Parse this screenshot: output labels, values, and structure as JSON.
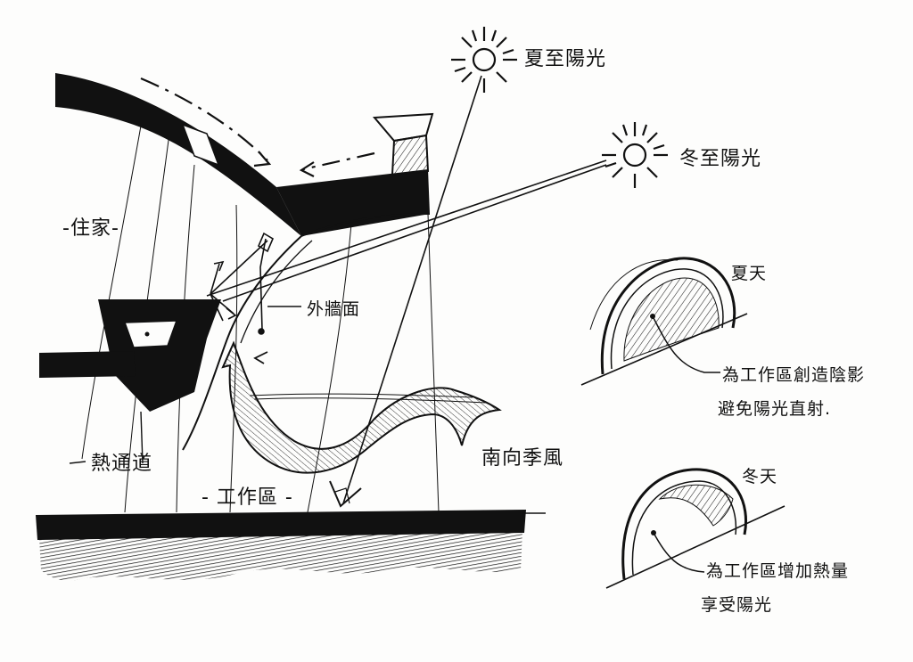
{
  "labels": {
    "summer_sun": "夏至陽光",
    "winter_sun": "冬至陽光",
    "residence": "-住家-",
    "outer_wall": "外牆面",
    "heat_channel": "熱通道",
    "work_area": "- 工作區 -",
    "south_wind": "南向季風",
    "summer": "夏天",
    "summer_note_1": "為工作區創造陰影",
    "summer_note_2": "避免陽光直射.",
    "winter": "冬天",
    "winter_note_1": "為工作區增加熱量",
    "winter_note_2": "享受陽光"
  },
  "colors": {
    "ink": "#111111",
    "paper": "#fdfdfc"
  }
}
